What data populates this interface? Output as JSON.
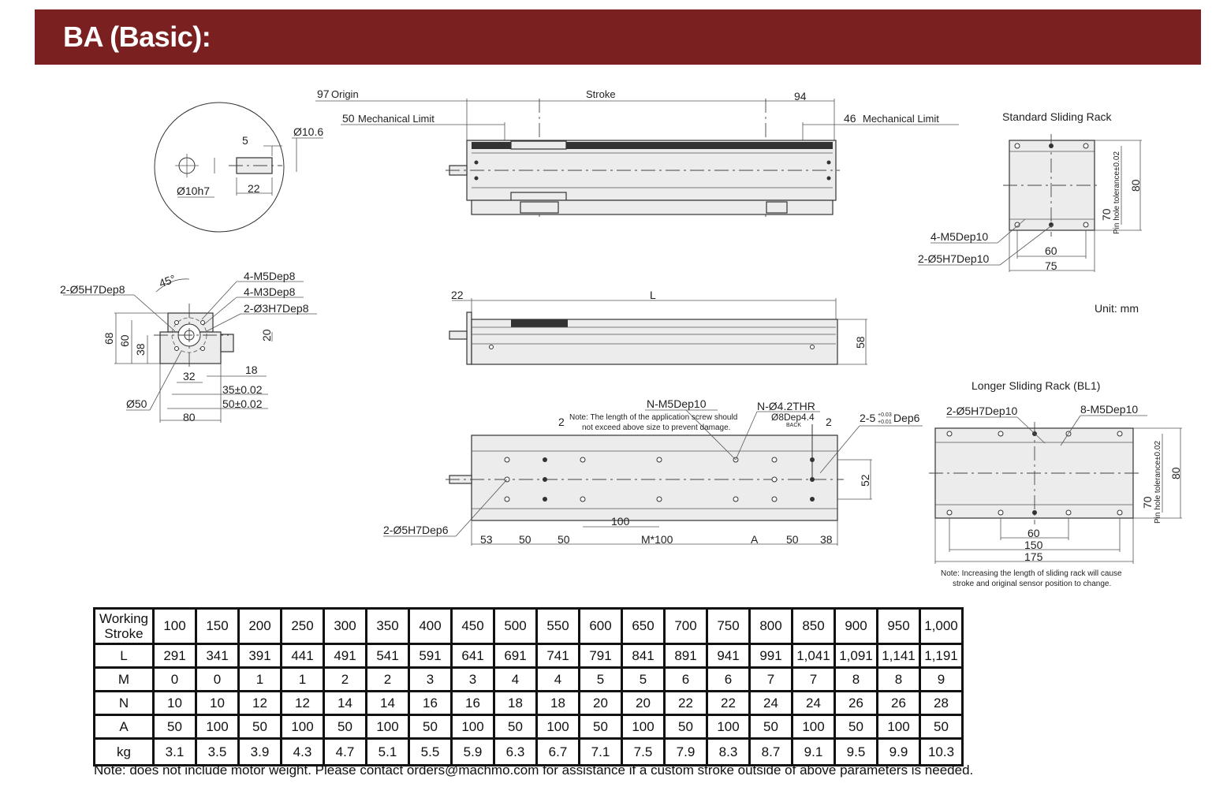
{
  "header": {
    "title": "BA (Basic):"
  },
  "colors": {
    "header_bg": "#7a2020"
  },
  "shaft_detail": {
    "d10_6": "Ø10.6",
    "d5": "5",
    "d22": "22",
    "d10h7": "Ø10h7"
  },
  "top_view": {
    "d97": "97",
    "origin": "Origin",
    "stroke": "Stroke",
    "d94": "94",
    "d50": "50",
    "mech_limit_left": "Mechanical Limit",
    "d46": "46",
    "mech_limit_right": "Mechanical Limit"
  },
  "end_view": {
    "pin_left": "2-Ø5H7Dep8",
    "angle": "45°",
    "m5": "4-M5Dep8",
    "m3": "4-M3Dep8",
    "pin_right": "2-Ø3H7Dep8",
    "d68": "68",
    "d60": "60",
    "d38": "38",
    "d20": "20",
    "d18": "18",
    "d32": "32",
    "d35": "35±0.02",
    "d50tol": "50±0.02",
    "d50dia": "Ø50",
    "d80": "80"
  },
  "side_view": {
    "d22": "22",
    "L": "L",
    "d58": "58"
  },
  "bottom_view": {
    "n_m5": "N-M5Dep10",
    "two_left": "2",
    "note_line1": "Note: The length of the application screw should",
    "note_line2": "not exceed above size to prevent damage.",
    "n_thr": "N-Ø4.2THR",
    "cbore": "Ø8Dep4.4",
    "back": "BACK",
    "two_right": "2",
    "pin_prefix": "2-5",
    "tol_upper": "+0.03",
    "tol_lower": "+0.01",
    "pin_suffix": "Dep6",
    "pin_bottom": "2-Ø5H7Dep6",
    "d52": "52",
    "d100": "100",
    "dims": [
      "53",
      "50",
      "50",
      "M*100",
      "A",
      "50",
      "38"
    ]
  },
  "standard_rack": {
    "title": "Standard Sliding Rack",
    "m5": "4-M5Dep10",
    "pin": "2-Ø5H7Dep10",
    "d60": "60",
    "d75": "75",
    "d70": "70",
    "d80": "80",
    "pin_tol": "Pin hole tolerance±0.02"
  },
  "unit": "Unit: mm",
  "longer_rack": {
    "title": "Longer Sliding Rack (BL1)",
    "pin": "2-Ø5H7Dep10",
    "m5": "8-M5Dep10",
    "d60": "60",
    "d150": "150",
    "d175": "175",
    "d70": "70",
    "d80": "80",
    "pin_tol": "Pin hole tolerance±0.02",
    "note_line1": "Note: Increasing the length of sliding rack will cause",
    "note_line2": "stroke and original sensor position to change."
  },
  "table": {
    "header_label": [
      "Working",
      "Stroke"
    ],
    "strokes": [
      "100",
      "150",
      "200",
      "250",
      "300",
      "350",
      "400",
      "450",
      "500",
      "550",
      "600",
      "650",
      "700",
      "750",
      "800",
      "850",
      "900",
      "950",
      "1,000"
    ],
    "rows": [
      {
        "label": "L",
        "values": [
          "291",
          "341",
          "391",
          "441",
          "491",
          "541",
          "591",
          "641",
          "691",
          "741",
          "791",
          "841",
          "891",
          "941",
          "991",
          "1,041",
          "1,091",
          "1,141",
          "1,191"
        ]
      },
      {
        "label": "M",
        "values": [
          "0",
          "0",
          "1",
          "1",
          "2",
          "2",
          "3",
          "3",
          "4",
          "4",
          "5",
          "5",
          "6",
          "6",
          "7",
          "7",
          "8",
          "8",
          "9"
        ]
      },
      {
        "label": "N",
        "values": [
          "10",
          "10",
          "12",
          "12",
          "14",
          "14",
          "16",
          "16",
          "18",
          "18",
          "20",
          "20",
          "22",
          "22",
          "24",
          "24",
          "26",
          "26",
          "28"
        ]
      },
      {
        "label": "A",
        "values": [
          "50",
          "100",
          "50",
          "100",
          "50",
          "100",
          "50",
          "100",
          "50",
          "100",
          "50",
          "100",
          "50",
          "100",
          "50",
          "100",
          "50",
          "100",
          "50"
        ]
      },
      {
        "label": "kg",
        "values": [
          "3.1",
          "3.5",
          "3.9",
          "4.3",
          "4.7",
          "5.1",
          "5.5",
          "5.9",
          "6.3",
          "6.7",
          "7.1",
          "7.5",
          "7.9",
          "8.3",
          "8.7",
          "9.1",
          "9.5",
          "9.9",
          "10.3"
        ]
      }
    ]
  },
  "footnote": "Note: does not include motor weight. Please contact orders@machmo.com for assistance if a custom stroke outside of above parameters is needed."
}
